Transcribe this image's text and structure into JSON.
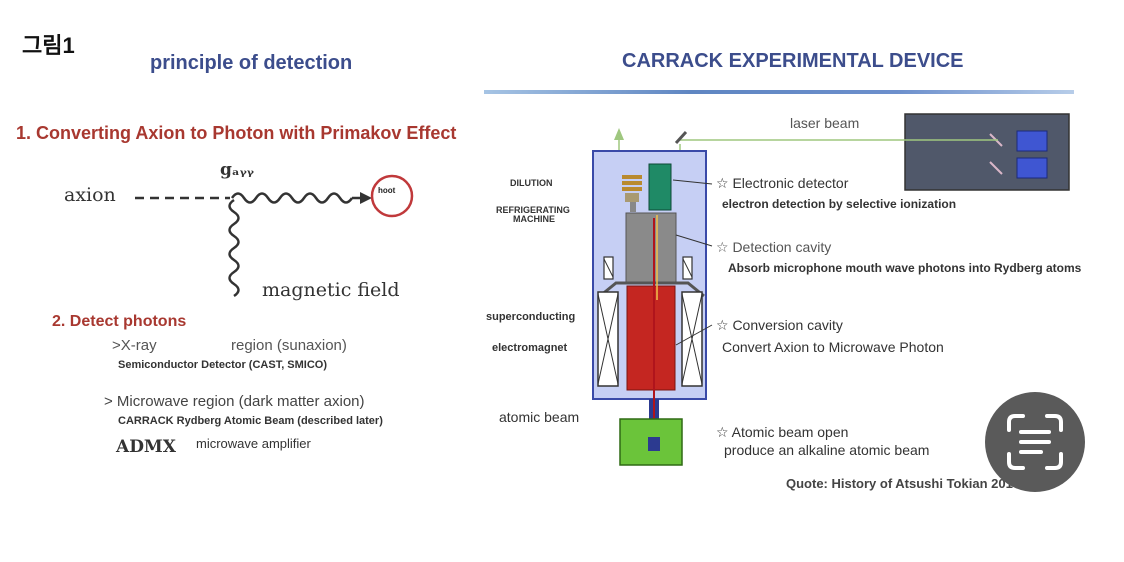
{
  "figure_label": "그림1",
  "left_panel": {
    "title": "principle of detection",
    "section1_title": "1. Converting Axion to Photon with Primakov Effect",
    "diagram": {
      "axion_label": "axion",
      "coupling_label": "gₐᵧᵧ",
      "magnetic_field_label": "magnetic field",
      "circle_label": "hoot"
    },
    "section2_title": "2. Detect photons",
    "xray_prefix": ">X-ray",
    "xray_region": "region (sunaxion)",
    "xray_detector": "Semiconductor Detector (CAST, SMICO)",
    "microwave_item": "> Microwave region (dark matter axion)",
    "microwave_detector": "CARRACK Rydberg Atomic Beam (described later)",
    "admx_label": "ADMX",
    "amplifier_label": "microwave amplifier"
  },
  "right_panel": {
    "title": "CARRACK EXPERIMENTAL DEVICE",
    "laser_beam": "laser beam",
    "dilution_line1": "DILUTION",
    "refrigerating_line1": "REFRIGERATING",
    "refrigerating_line2": "MACHINE",
    "superconducting": "superconducting",
    "electromagnet": "electromagnet",
    "atomic_beam": "atomic beam",
    "electronic_detector": "☆ Electronic detector",
    "electronic_detector_sub": "electron detection by selective ionization",
    "detection_cavity": "☆ Detection cavity",
    "detection_cavity_sub": "Absorb microphone mouth wave photons into Rydberg atoms",
    "conversion_cavity": "☆ Conversion cavity",
    "conversion_cavity_sub": "Convert Axion to Microwave Photon",
    "atomic_beam_open": "☆ Atomic beam open",
    "atomic_beam_open_sub": "produce an alkaline atomic beam",
    "quote": "Quote: History of Atsushi Tokian 201"
  },
  "overlay": {
    "icon": "scan-text-icon"
  },
  "colors": {
    "title_blue": "#3c4d8c",
    "section_red": "#a83830",
    "chamber_blue": "#c6cff4",
    "cavity_red": "#c42621",
    "beam_green": "#6bc43a"
  }
}
